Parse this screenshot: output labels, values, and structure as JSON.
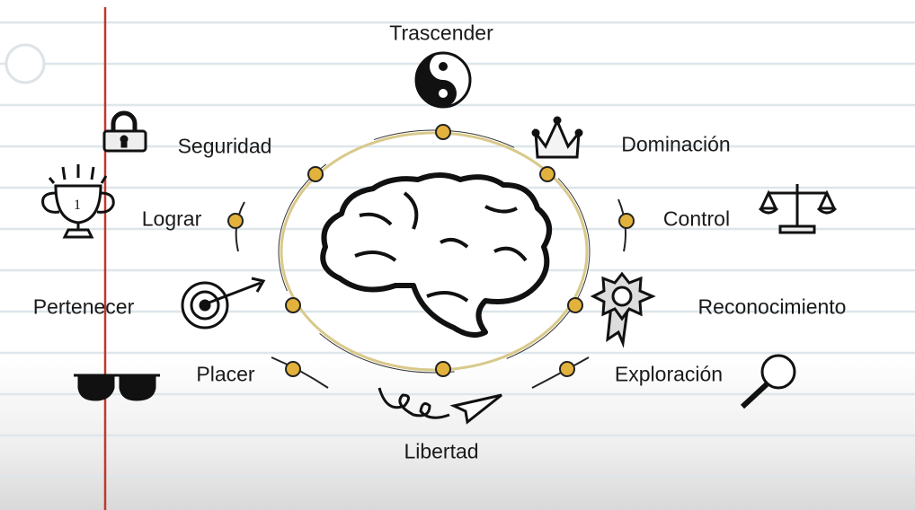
{
  "center": {
    "icon": "brain-icon"
  },
  "colors": {
    "margin_line": "#c0392b",
    "rule_line": "#dde6ea",
    "dot_fill": "#e3b23c",
    "ring": "#d9c98a"
  },
  "motivations": [
    {
      "label": "Trascender",
      "icon": "yin-yang-icon"
    },
    {
      "label": "Seguridad",
      "icon": "padlock-icon"
    },
    {
      "label": "Dominación",
      "icon": "crown-icon"
    },
    {
      "label": "Lograr",
      "icon": "trophy-icon"
    },
    {
      "label": "Control",
      "icon": "scales-icon"
    },
    {
      "label": "Pertenecer",
      "icon": "target-icon"
    },
    {
      "label": "Reconocimiento",
      "icon": "medal-icon"
    },
    {
      "label": "Placer",
      "icon": "sunglasses-icon"
    },
    {
      "label": "Exploración",
      "icon": "magnifier-icon"
    },
    {
      "label": "Libertad",
      "icon": "paper-plane-icon"
    }
  ]
}
